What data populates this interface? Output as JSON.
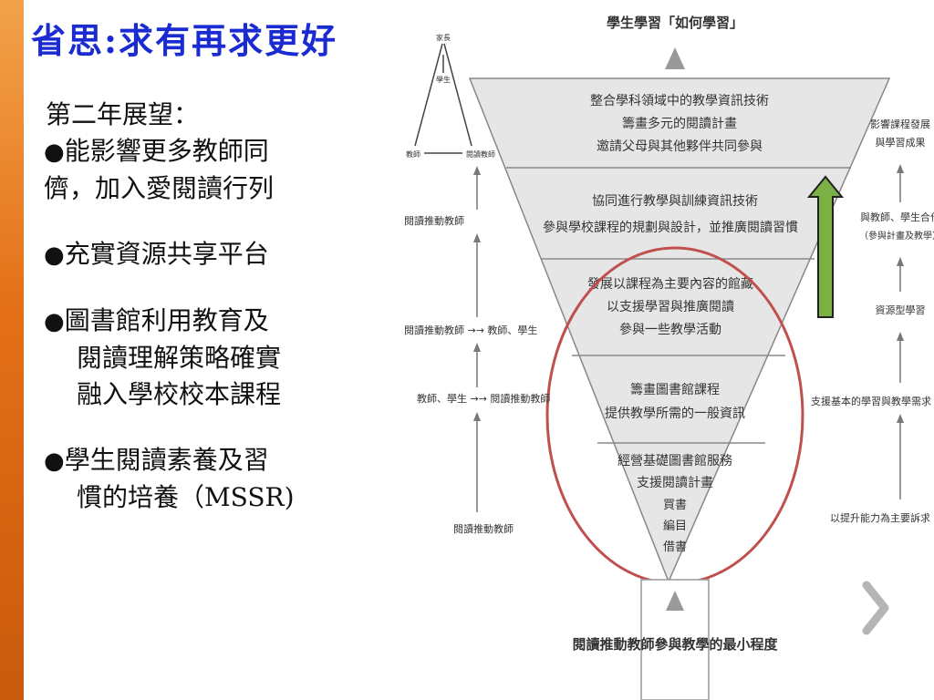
{
  "slide": {
    "title": "省思:求有再求更好",
    "subtitle": "第二年展望：",
    "bullets": [
      {
        "lines": [
          "能影響更多教師同",
          "儕，加入愛閱讀行列"
        ]
      },
      {
        "lines": [
          "充實資源共享平台"
        ]
      },
      {
        "lines": [
          "圖書館利用教育及",
          "閱讀理解策略確實",
          "融入學校校本課程"
        ]
      },
      {
        "lines": [
          "學生閱讀素養及習",
          "慣的培養（MSSR)"
        ]
      }
    ],
    "bullet_symbol": "●",
    "accent_color": "#e36f17",
    "title_color": "#1a2bd1"
  },
  "diagram": {
    "top_label": "學生學習「如何學習」",
    "bottom_label": "閱讀推動教師參與教學的最小程度",
    "tiny_labels": {
      "family": "家長",
      "student": "學生",
      "teacher": "教師",
      "reading_teacher": "閱讀教師"
    },
    "levels": [
      {
        "lines": [
          "整合學科領域中的教學資訊技術",
          "籌畫多元的閱讀計畫",
          "邀請父母與其他夥伴共同參與"
        ]
      },
      {
        "lines": [
          "協同進行教學與訓練資訊技術",
          "參與學校課程的規劃與設計，並推廣閱讀習慣"
        ]
      },
      {
        "lines": [
          "發展以課程為主要內容的館藏",
          "以支援學習與推廣閱讀",
          "參與一些教學活動"
        ]
      },
      {
        "lines": [
          "籌畫圖書館課程",
          "提供教學所需的一般資訊"
        ]
      },
      {
        "lines": [
          "經營基礎圖書館服務",
          "支援閱讀計畫",
          "買書",
          "編目",
          "借書"
        ]
      }
    ],
    "left_labels": [
      "閱讀推動教師",
      "閱讀推動教師 →→ 教師、學生",
      "教師、學生 →→ 閱讀推動教師",
      "閱讀推動教師"
    ],
    "right_labels": [
      "影響課程發展",
      "與學習成果",
      "與教師、學生合作",
      "（參與計畫及教學）",
      "資源型學習",
      "支援基本的學習與教學需求",
      "以提升能力為主要訴求"
    ],
    "next_symbol": "›"
  }
}
